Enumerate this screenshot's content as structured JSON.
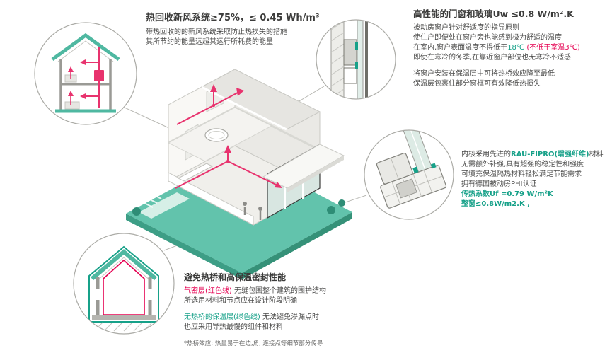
{
  "colors": {
    "teal_accent": "#17A189",
    "teal_platform": "#62C3AC",
    "pink_duct": "#E8336E",
    "red_text": "#E50051",
    "dark_text": "#3C3C3B",
    "gray_line": "#9A9A95"
  },
  "ventilation": {
    "title_zh": "热回收新风系统≥75%，",
    "title_value": "≤ 0.45 Wh/m³",
    "lines": [
      "带热回收的的新风系统采取防止热损失的措施",
      "其所节约的能量远超其运行所耗费的能量"
    ]
  },
  "windows": {
    "title_zh": "高性能的门窗和玻璃",
    "title_value": "Uw ≤0.8 W/m².K",
    "lines_a": [
      "被动房窗户针对舒适度的指导原则",
      "使住户即便处在窗户旁也能感到极为舒适的温度"
    ],
    "line_temp_main": "在室内,窗户表面温度不得低于",
    "line_temp_val": "18℃ ",
    "line_temp_red": "(不低于室温3℃)",
    "line_after": "即使在寒冷的冬季,在靠近窗户部位也无寒冷不适感",
    "lines_b": [
      "将窗户安装在保温层中可将热桥效应降至最低",
      "保温层包裹住部分窗框可有效降低热损失"
    ]
  },
  "profile": {
    "line1_pre": "内核采用先进的",
    "line1_teal": "RAU-FIPRO(增强纤维)",
    "line1_post": "材料",
    "lines": [
      "无需额外补强,具有超强的稳定性和强度",
      "可填充保温隔热材料轻松满足节能需求",
      "拥有德国被动房PHI认证"
    ],
    "stat1": "传热系数Uf =0.79 W/m²K",
    "stat2": "整窗≤0.8W/m2.K ,"
  },
  "envelope": {
    "title": "避免热桥和高保温密封性能",
    "line1_red": "气密层(红色线)",
    "line1_rest": " 无缝包围整个建筑的围护结构",
    "line2": "所选用材料和节点应在设计阶段明确",
    "line3_green": "无热桥的保温层(绿色线)",
    "line3_rest": " 无法避免渗漏点时",
    "line4": "也应采用导热最慢的组件和材料",
    "footnote": "*热桥效应: 热量易于在边,角, 连接点等细节部分传导"
  }
}
